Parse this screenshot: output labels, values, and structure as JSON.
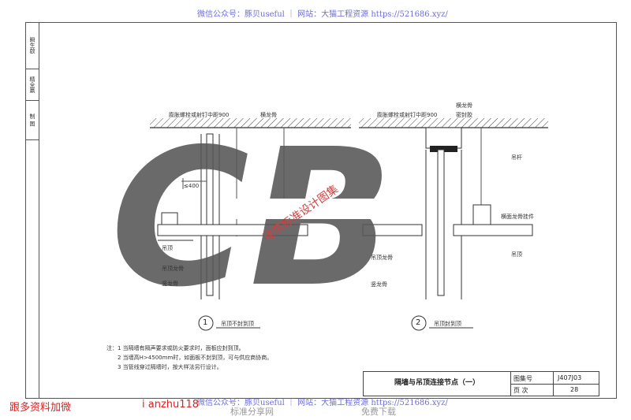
{
  "watermark_top": "微信公众号：豚贝useful ｜ 网站：大猫工程资源 https://521686.xyz/",
  "watermark_bottom": "微信公众号：豚贝useful ｜ 网站：大猫工程资源 https://521686.xyz/",
  "sidebar": {
    "items": [
      "瞬生啟",
      "精全赢",
      "制 图"
    ]
  },
  "drawing": {
    "left": {
      "labels": {
        "top_callout": "膨胀螺栓或射钉中距900",
        "top_right": "横龙骨",
        "dim": "≤400",
        "l1": "吊顶",
        "l2": "吊顶龙骨",
        "l3": "竖龙骨"
      },
      "caption_no": "1",
      "caption": "吊顶不封到顶"
    },
    "right": {
      "labels": {
        "top_callout": "膨胀螺栓或射钉中距900",
        "top_right_a": "横龙骨",
        "top_right_b": "密封胶",
        "r1": "吊杆",
        "r2": "横面龙骨挂件",
        "r3": "吊顶",
        "l1": "吊顶龙骨",
        "l2": "竖龙骨"
      },
      "caption_no": "2",
      "caption": "吊顶封到顶"
    },
    "overlay_text": "建筑标准设计图集"
  },
  "notes": [
    "注：1 当隔墙有隔声要求或防火要求时，面板应封到顶。",
    "2 当墙高H>4500mm时，如面板不封到顶，可与供应商协商。",
    "3 当管线穿过隔墙时，按大样法另行设计。"
  ],
  "title_block": {
    "title": "隔墙与吊顶连接节点（一）",
    "atlas_label": "图集号",
    "atlas_no": "J407J03",
    "page_label": "页 次",
    "page_no": "28"
  },
  "footer": {
    "promo": "跟多资料加微",
    "wechat_id": "i anzhu118",
    "site_name": "标准分享网",
    "free": "免费下载"
  }
}
